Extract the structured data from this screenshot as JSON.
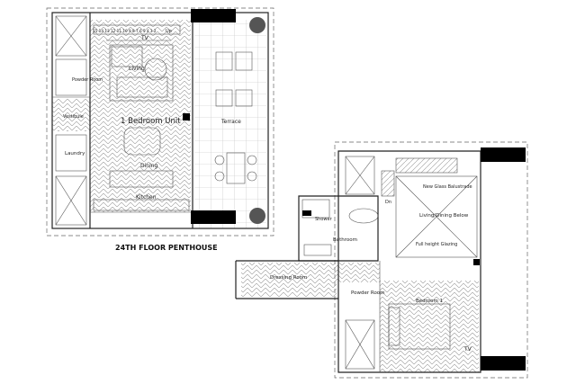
{
  "upper_plan": {
    "title": "24TH FLOOR PENTHOUSE",
    "rooms": {
      "tv": "TV",
      "living": "Living",
      "powder_room": "Powder Room",
      "vestibule": "Vestibule",
      "unit": "1 Bedroom Unit",
      "terrace": "Terrace",
      "laundry": "Laundry",
      "dining": "Dining",
      "kitchen": "Kitchen"
    },
    "marks": {
      "up": "Up",
      "stair_numbers": "15 14 13 12 11 10 9 8 7 6 5 4 3 2"
    }
  },
  "lower_plan": {
    "rooms": {
      "new_glass": "New Glass Balustrade",
      "living_dining_below": "Living/Dining Below",
      "full_height": "Full height Glazing",
      "shower": "Shower",
      "bathroom": "Bathroom",
      "dressing_room": "Dressing Room",
      "powder_room": "Powder Room",
      "bedroom": "Bedroom 1",
      "tv": "TV"
    },
    "marks": {
      "dn": "Dn"
    }
  }
}
